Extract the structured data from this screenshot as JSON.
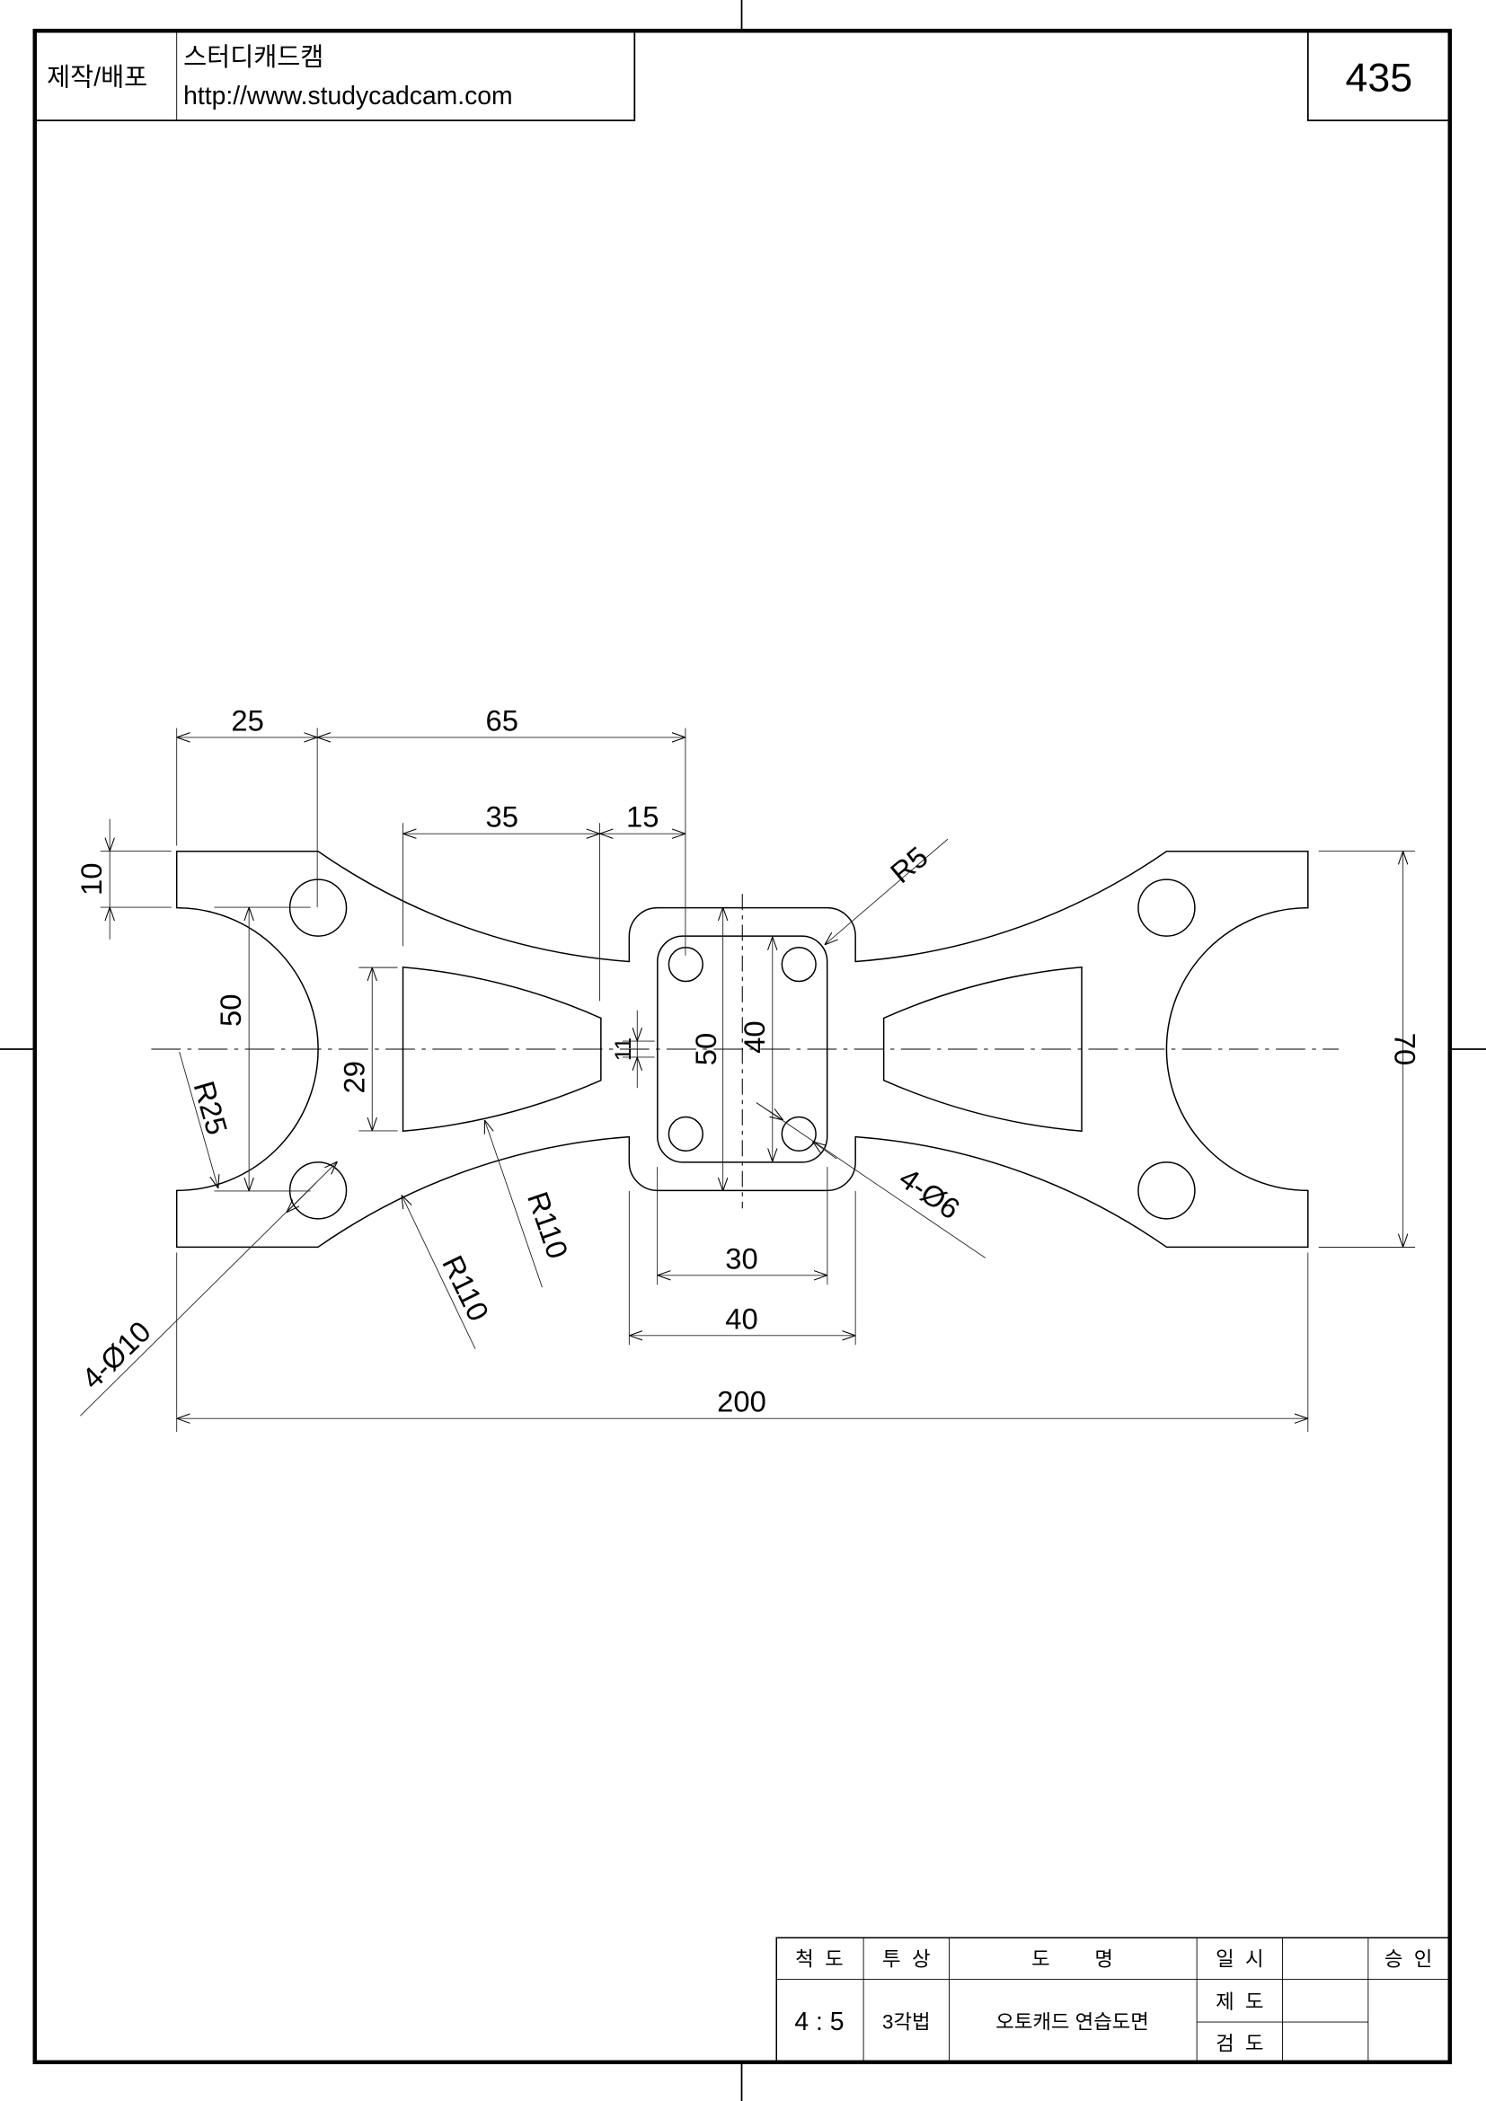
{
  "header": {
    "label": "제작/배포",
    "company": "스터디캐드캠",
    "url": "http://www.studycadcam.com",
    "drawing_number": "435"
  },
  "dimensions": {
    "d25": "25",
    "d65": "65",
    "d35": "35",
    "d15": "15",
    "d10": "10",
    "d50_left": "50",
    "d29": "29",
    "d11": "11",
    "d50_center": "50",
    "d40_vertical": "40",
    "d70": "70",
    "d30": "30",
    "d40_horizontal": "40",
    "d200": "200",
    "r5": "R5",
    "holes_small": "4-Ø6",
    "holes_large": "4-Ø10",
    "r25": "R25",
    "r110_inner": "R110",
    "r110_outer": "R110"
  },
  "title_block": {
    "scale_label": "척  도",
    "projection_label": "투  상",
    "name_label": "도        명",
    "date_label": "일  시",
    "approval_label": "승  인",
    "drawn_label": "제  도",
    "checked_label": "검  도",
    "scale_value": "4 : 5",
    "projection_value": "3각법",
    "name_value": "오토캐드 연습도면"
  }
}
